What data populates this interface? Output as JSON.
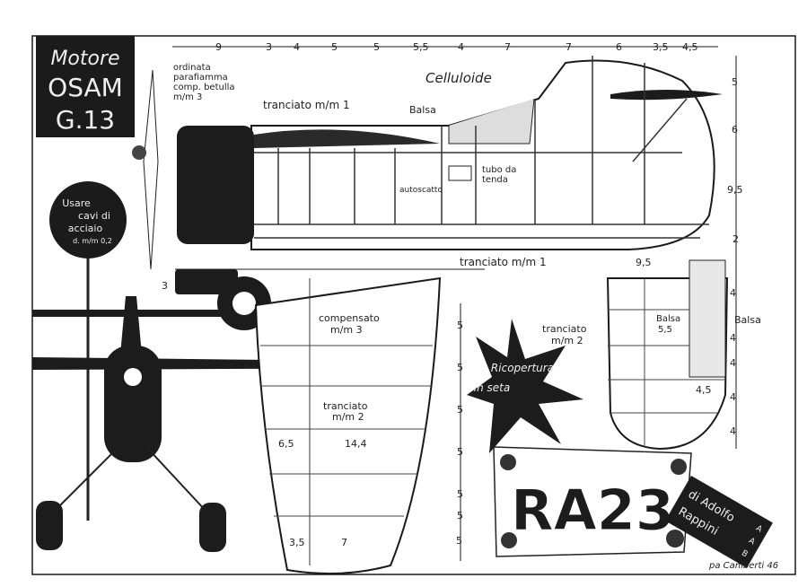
{
  "title_box": {
    "line1": "Motore",
    "line2": "OSAM",
    "line3": "G.13"
  },
  "note_circle": {
    "line1": "Usare",
    "line2": "cavi di",
    "line3": "acciaio",
    "line4": "d. m/m 0,2"
  },
  "labels": {
    "ordinata": [
      "ordinata",
      "parafiamma",
      "comp. betulla",
      "m/m 3"
    ],
    "tranciato_1_top": "tranciato m/m 1",
    "balsa_top": "Balsa",
    "celluloide": "Celluloide",
    "autoscatto": "autoscatto",
    "tubo_tenda": [
      "tubo da",
      "tenda"
    ],
    "tranciato_1_bottom": "tranciato m/m 1",
    "compensato": [
      "compensato",
      "m/m 3"
    ],
    "tranciato_2_wing": [
      "tranciato",
      "m/m 2"
    ],
    "tranciato_2_stab": [
      "tranciato",
      "m/m 2"
    ],
    "balsa_stab": [
      "Balsa",
      "5,5"
    ],
    "balsa_right": "Balsa"
  },
  "star_text": {
    "line1": "Ricopertura",
    "line2": "in seta"
  },
  "plaque": {
    "name": "RA23",
    "author": [
      "di Adolfo",
      "Rappini"
    ],
    "author_tag": [
      "A",
      "A",
      "B"
    ]
  },
  "signature": "pa Caniberti 46",
  "dimensions": {
    "top": [
      "9",
      "3",
      "4",
      "5",
      "5",
      "5,5",
      "4",
      "7",
      "7",
      "6",
      "3,5",
      "4,5"
    ],
    "right_upper": [
      "5",
      "6",
      "9,5",
      "2"
    ],
    "right_lower": [
      "4",
      "4",
      "4",
      "4",
      "4"
    ],
    "stab_width": "9,5",
    "stab_tip": "4,5",
    "wing_span_col": [
      "5",
      "5",
      "5",
      "5",
      "5",
      "5",
      "5"
    ],
    "left_small": "3",
    "wing": [
      "6,5",
      "14,4",
      "3,5",
      "7"
    ]
  }
}
